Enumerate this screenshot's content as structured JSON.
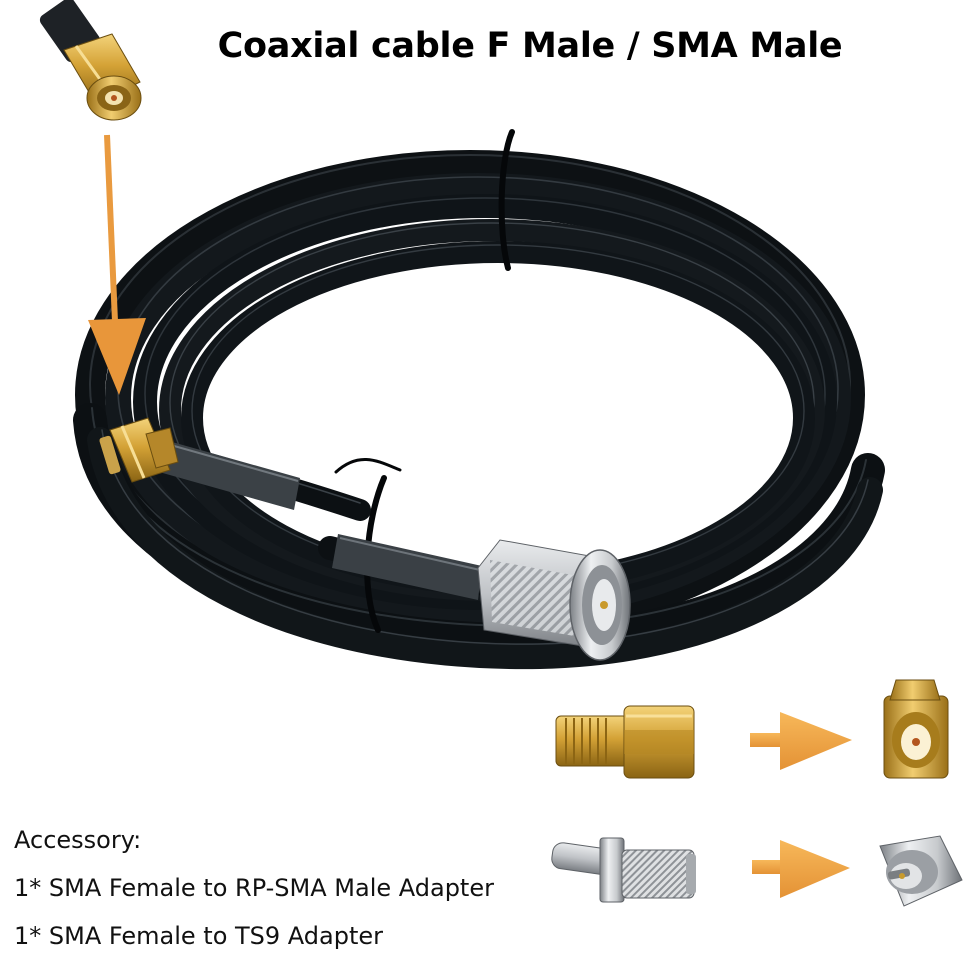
{
  "title": "Coaxial cable F Male / SMA Male",
  "accessory": {
    "heading": "Accessory:",
    "items": [
      "1* SMA Female to RP-SMA Male Adapter",
      "1* SMA Female to TS9 Adapter"
    ]
  },
  "colors": {
    "arrow": "#f0a94a",
    "arrow_dark": "#d8862a",
    "cable": "#151a1e",
    "brass": "#c9962a",
    "silver": "#b9bcc0"
  },
  "icons": [
    "down-arrow-icon",
    "right-arrow-icon"
  ]
}
